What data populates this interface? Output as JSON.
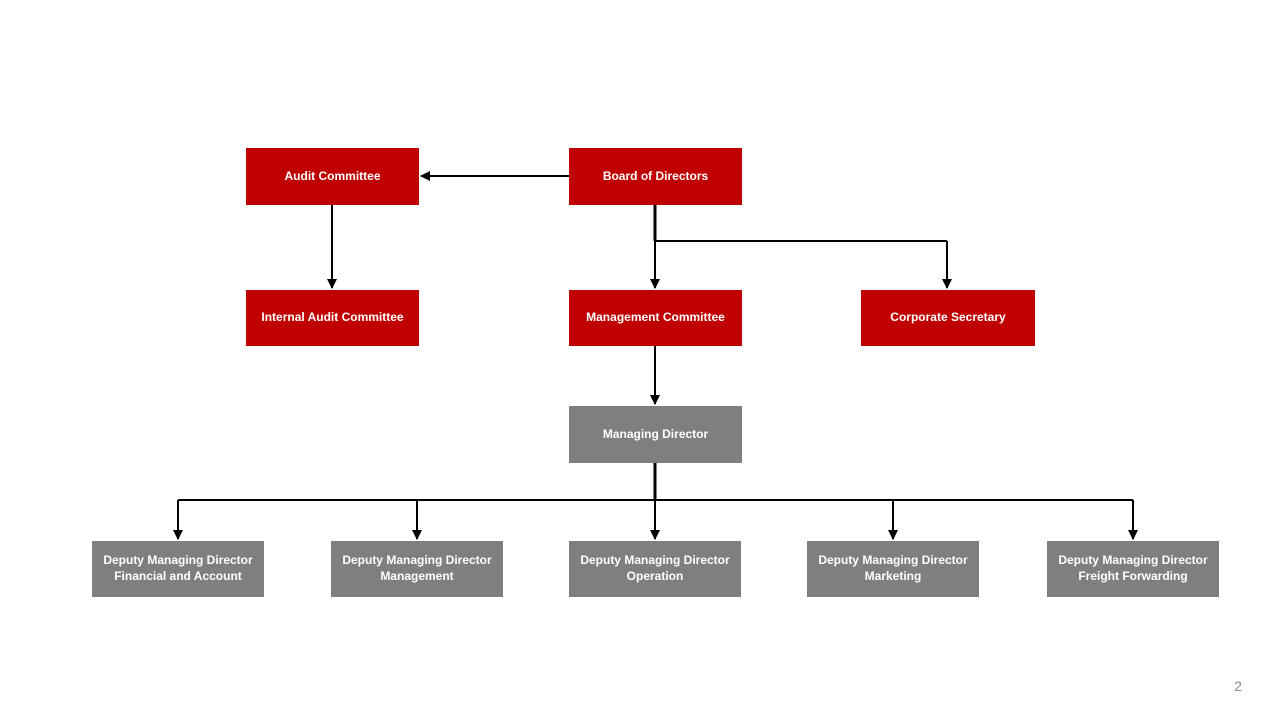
{
  "slide": {
    "page_number": "2",
    "background_color": "#FFFFFF"
  },
  "colors": {
    "committee_box_red": "#C00000",
    "director_box_gray": "#7F7F7F",
    "connector_line_black": "#000000",
    "box_label_white": "#FFFFFF",
    "page_number_gray": "#8C8C8C"
  },
  "org_chart": {
    "nodes": [
      {
        "id": "audit-committee",
        "label": "Audit Committee",
        "color": "red"
      },
      {
        "id": "board-of-directors",
        "label": "Board of Directors",
        "color": "red"
      },
      {
        "id": "internal-audit-committee",
        "label": "Internal Audit Committee",
        "color": "red"
      },
      {
        "id": "management-committee",
        "label": "Management Committee",
        "color": "red"
      },
      {
        "id": "corporate-secretary",
        "label": "Corporate Secretary",
        "color": "red"
      },
      {
        "id": "managing-director",
        "label": "Managing Director",
        "color": "gray"
      },
      {
        "id": "dmd-financial-account",
        "line1": "Deputy Managing Director",
        "line2": "Financial and Account",
        "color": "gray"
      },
      {
        "id": "dmd-management",
        "line1": "Deputy Managing Director",
        "line2": "Management",
        "color": "gray"
      },
      {
        "id": "dmd-operation",
        "line1": "Deputy Managing Director",
        "line2": "Operation",
        "color": "gray"
      },
      {
        "id": "dmd-marketing",
        "line1": "Deputy Managing Director",
        "line2": "Marketing",
        "color": "gray"
      },
      {
        "id": "dmd-freight-forwarding",
        "line1": "Deputy Managing Director",
        "line2": "Freight Forwarding",
        "color": "gray"
      }
    ],
    "edges": [
      {
        "from": "board-of-directors",
        "to": "audit-committee",
        "arrow": true
      },
      {
        "from": "audit-committee",
        "to": "internal-audit-committee",
        "arrow": true
      },
      {
        "from": "board-of-directors",
        "to": "management-committee",
        "arrow": true
      },
      {
        "from": "board-of-directors",
        "to": "corporate-secretary",
        "arrow": true
      },
      {
        "from": "management-committee",
        "to": "managing-director",
        "arrow": true
      },
      {
        "from": "managing-director",
        "to": "dmd-financial-account",
        "arrow": true
      },
      {
        "from": "managing-director",
        "to": "dmd-management",
        "arrow": true
      },
      {
        "from": "managing-director",
        "to": "dmd-operation",
        "arrow": true
      },
      {
        "from": "managing-director",
        "to": "dmd-marketing",
        "arrow": true
      },
      {
        "from": "managing-director",
        "to": "dmd-freight-forwarding",
        "arrow": true
      }
    ]
  }
}
